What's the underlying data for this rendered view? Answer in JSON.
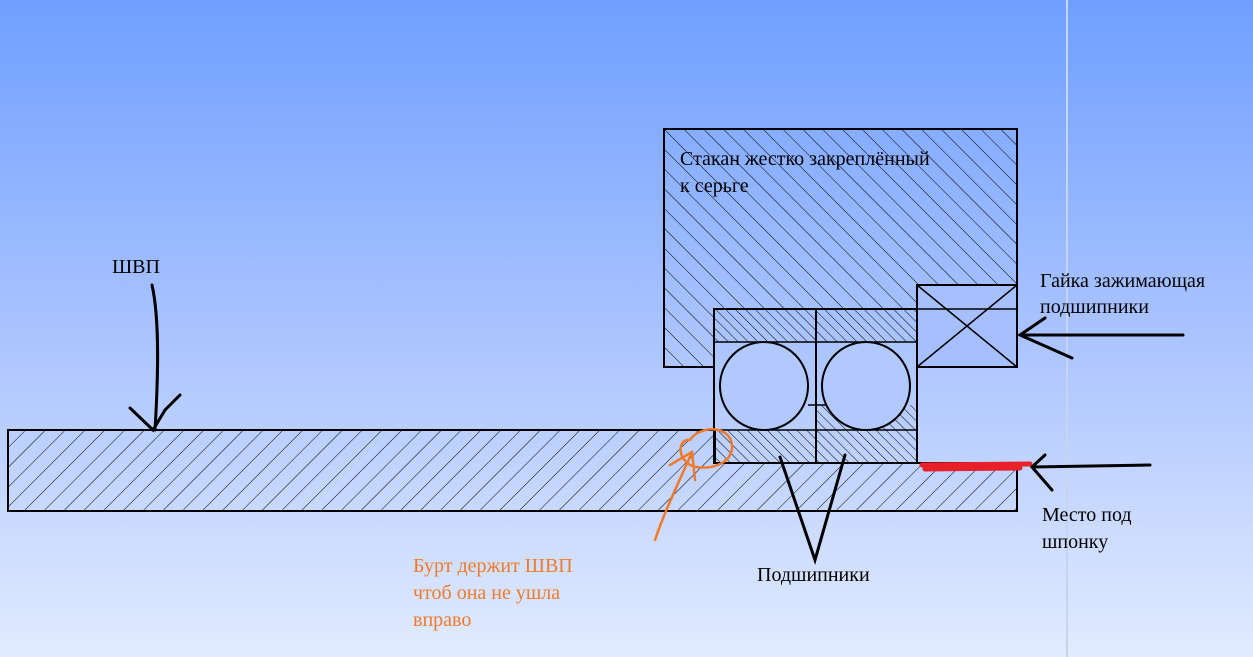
{
  "labels": {
    "housing_line1": "Стакан жестко закреплённый",
    "housing_line2": "к серьге",
    "screw": "ШВП",
    "nut_line1": "Гайка зажимающая",
    "nut_line2": "подшипники",
    "key_line1": "Место под",
    "key_line2": "шпонку",
    "bearings": "Подшипники",
    "shoulder_line1": "Бурт держит ШВП",
    "shoulder_line2": "чтоб она не ушла",
    "shoulder_line3": "вправо"
  },
  "colors": {
    "outline": "#000000",
    "annotation_orange": "#f07a2a",
    "keyway_red": "#e8202a"
  }
}
